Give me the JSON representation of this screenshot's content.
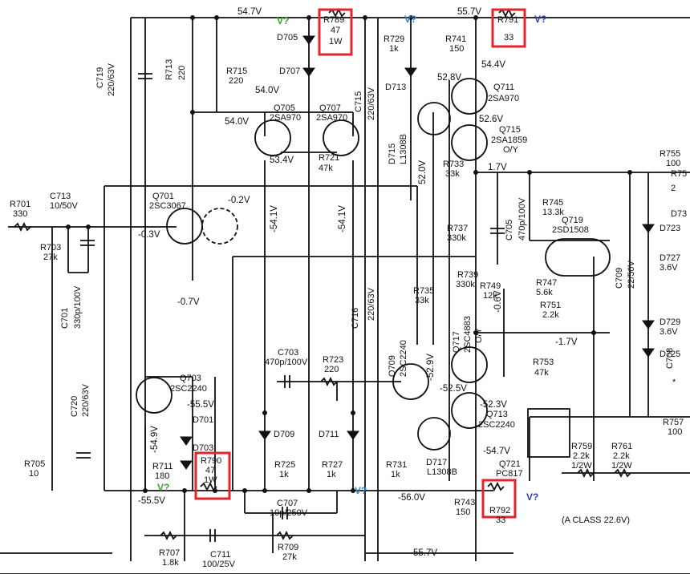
{
  "labels": [
    {
      "id": "v547-top",
      "text": "54.7V",
      "cls": "v"
    },
    {
      "id": "vq-green-1",
      "text": "V?",
      "cls": "vg"
    },
    {
      "id": "d705",
      "text": "D705"
    },
    {
      "id": "r789-name",
      "text": "R789"
    },
    {
      "id": "r789-val",
      "text": "47"
    },
    {
      "id": "r789-watt",
      "text": "1W"
    },
    {
      "id": "vq-blue-1",
      "text": "V?",
      "cls": "vb"
    },
    {
      "id": "v557",
      "text": "55.7V",
      "cls": "v"
    },
    {
      "id": "r791-name",
      "text": "R791"
    },
    {
      "id": "r791-val",
      "text": "33"
    },
    {
      "id": "vq-dblue-1",
      "text": "V?",
      "cls": "vd"
    },
    {
      "id": "r729",
      "text": "R729"
    },
    {
      "id": "r729-val",
      "text": "1k"
    },
    {
      "id": "r741",
      "text": "R741"
    },
    {
      "id": "r741-val",
      "text": "150"
    },
    {
      "id": "v544",
      "text": "54.4V",
      "cls": "v"
    },
    {
      "id": "c719-name",
      "text": "C719"
    },
    {
      "id": "c719-val",
      "text": "220/63V"
    },
    {
      "id": "r713",
      "text": "R713"
    },
    {
      "id": "r713-val",
      "text": "220"
    },
    {
      "id": "r715",
      "text": "R715"
    },
    {
      "id": "r715-val",
      "text": "220"
    },
    {
      "id": "d707",
      "text": "D707"
    },
    {
      "id": "v540",
      "text": "54.0V",
      "cls": "v"
    },
    {
      "id": "c715-name",
      "text": "C715"
    },
    {
      "id": "c715-val",
      "text": "220/63V"
    },
    {
      "id": "d713",
      "text": "D713"
    },
    {
      "id": "v528",
      "text": "52.8V",
      "cls": "v"
    },
    {
      "id": "q711",
      "text": "Q711"
    },
    {
      "id": "q711-type",
      "text": "2SA970"
    },
    {
      "id": "q705",
      "text": "Q705"
    },
    {
      "id": "q705-type",
      "text": "2SA970"
    },
    {
      "id": "q707",
      "text": "Q707"
    },
    {
      "id": "q707-type",
      "text": "2SA970"
    },
    {
      "id": "v540b",
      "text": "54.0V",
      "cls": "v"
    },
    {
      "id": "d715",
      "text": "D715"
    },
    {
      "id": "d715-type",
      "text": "L1308B"
    },
    {
      "id": "v526",
      "text": "52.6V",
      "cls": "v"
    },
    {
      "id": "q715",
      "text": "Q715"
    },
    {
      "id": "q715-type",
      "text": "2SA1859"
    },
    {
      "id": "q715-rank",
      "text": "O/Y"
    },
    {
      "id": "v534",
      "text": "53.4V",
      "cls": "v"
    },
    {
      "id": "r721",
      "text": "R721"
    },
    {
      "id": "r721-val",
      "text": "47k"
    },
    {
      "id": "v520",
      "text": "52.0V",
      "cls": "v"
    },
    {
      "id": "r733",
      "text": "R733"
    },
    {
      "id": "r733-val",
      "text": "33k"
    },
    {
      "id": "v17",
      "text": "1.7V",
      "cls": "v"
    },
    {
      "id": "r755",
      "text": "R755"
    },
    {
      "id": "r755-val",
      "text": "100"
    },
    {
      "id": "r701",
      "text": "R701"
    },
    {
      "id": "r701-val",
      "text": "330"
    },
    {
      "id": "c713",
      "text": "C713"
    },
    {
      "id": "c713-val",
      "text": "10/50V"
    },
    {
      "id": "q701",
      "text": "Q701"
    },
    {
      "id": "q701-type",
      "text": "2SC3067"
    },
    {
      "id": "vm02",
      "text": "-0.2V",
      "cls": "v"
    },
    {
      "id": "vm541a",
      "text": "-54.1V",
      "cls": "v"
    },
    {
      "id": "vm541b",
      "text": "-54.1V",
      "cls": "v"
    },
    {
      "id": "c705",
      "text": "C705"
    },
    {
      "id": "c705-val",
      "text": "470p/100V"
    },
    {
      "id": "r745",
      "text": "R745"
    },
    {
      "id": "r745-val",
      "text": "13.3k"
    },
    {
      "id": "q719",
      "text": "Q719"
    },
    {
      "id": "q719-type",
      "text": "2SD1508"
    },
    {
      "id": "d723",
      "text": "D723"
    },
    {
      "id": "vm03",
      "text": "-0.3V",
      "cls": "v"
    },
    {
      "id": "r703",
      "text": "R703"
    },
    {
      "id": "r703-val",
      "text": "27k"
    },
    {
      "id": "r737",
      "text": "R737"
    },
    {
      "id": "r737-val",
      "text": "330k"
    },
    {
      "id": "c709",
      "text": "C709"
    },
    {
      "id": "c709-val",
      "text": "22/50V"
    },
    {
      "id": "d727",
      "text": "D727"
    },
    {
      "id": "d727-val",
      "text": "3.6V"
    },
    {
      "id": "c701",
      "text": "C701"
    },
    {
      "id": "c701-val",
      "text": "330p/100V"
    },
    {
      "id": "r739",
      "text": "R739"
    },
    {
      "id": "r739-val",
      "text": "330k"
    },
    {
      "id": "r735",
      "text": "R735"
    },
    {
      "id": "r735-val",
      "text": "33k"
    },
    {
      "id": "r749",
      "text": "R749"
    },
    {
      "id": "r749-val",
      "text": "12k"
    },
    {
      "id": "vm06",
      "text": "-0.6V",
      "cls": "v"
    },
    {
      "id": "r747",
      "text": "R747"
    },
    {
      "id": "r747-val",
      "text": "5.6k"
    },
    {
      "id": "vm07",
      "text": "-0.7V",
      "cls": "v"
    },
    {
      "id": "r751",
      "text": "R751"
    },
    {
      "id": "r751-val",
      "text": "2.2k"
    },
    {
      "id": "d729",
      "text": "D729"
    },
    {
      "id": "d729-val",
      "text": "3.6V"
    },
    {
      "id": "c716",
      "text": "C716"
    },
    {
      "id": "c716-val",
      "text": "220/63V"
    },
    {
      "id": "q709",
      "text": "Q709"
    },
    {
      "id": "q709-type",
      "text": "2SC2240"
    },
    {
      "id": "q717",
      "text": "Q717"
    },
    {
      "id": "q717-type",
      "text": "2SC4883"
    },
    {
      "id": "q717-rank",
      "text": "O/Y"
    },
    {
      "id": "vm17",
      "text": "-1.7V",
      "cls": "v"
    },
    {
      "id": "c703",
      "text": "C703"
    },
    {
      "id": "c703-val",
      "text": "470p/100V"
    },
    {
      "id": "r723",
      "text": "R723"
    },
    {
      "id": "r723-val",
      "text": "220"
    },
    {
      "id": "r753",
      "text": "R753"
    },
    {
      "id": "r753-val",
      "text": "47k"
    },
    {
      "id": "d725",
      "text": "D725"
    },
    {
      "id": "q703",
      "text": "Q703"
    },
    {
      "id": "q703-type",
      "text": "2SC2240"
    },
    {
      "id": "vm529",
      "text": "-52.9V",
      "cls": "v"
    },
    {
      "id": "c720",
      "text": "C720"
    },
    {
      "id": "c720-val",
      "text": "220/63V"
    },
    {
      "id": "vm555a",
      "text": "-55.5V",
      "cls": "v"
    },
    {
      "id": "d701",
      "text": "D701"
    },
    {
      "id": "vm525",
      "text": "-52.5V",
      "cls": "v"
    },
    {
      "id": "vm523",
      "text": "-52.3V",
      "cls": "v"
    },
    {
      "id": "q713",
      "text": "Q713"
    },
    {
      "id": "q713-type",
      "text": "2SC2240"
    },
    {
      "id": "vm549",
      "text": "-54.9V",
      "cls": "v"
    },
    {
      "id": "d703",
      "text": "D703"
    },
    {
      "id": "d709",
      "text": "D709"
    },
    {
      "id": "d711",
      "text": "D711"
    },
    {
      "id": "vm547",
      "text": "-54.7V",
      "cls": "v"
    },
    {
      "id": "r757",
      "text": "R757"
    },
    {
      "id": "r757-val",
      "text": "100"
    },
    {
      "id": "r711",
      "text": "R711"
    },
    {
      "id": "r711-val",
      "text": "180"
    },
    {
      "id": "r790-name",
      "text": "R790"
    },
    {
      "id": "r790-val",
      "text": "47"
    },
    {
      "id": "r790-watt",
      "text": "1W"
    },
    {
      "id": "r725",
      "text": "R725"
    },
    {
      "id": "r725-val",
      "text": "1k"
    },
    {
      "id": "r727",
      "text": "R727"
    },
    {
      "id": "r727-val",
      "text": "1k"
    },
    {
      "id": "r731",
      "text": "R731"
    },
    {
      "id": "r731-val",
      "text": "1k"
    },
    {
      "id": "d717",
      "text": "D717"
    },
    {
      "id": "d717-type",
      "text": "L1308B"
    },
    {
      "id": "q721",
      "text": "Q721"
    },
    {
      "id": "q721-type",
      "text": "PC817"
    },
    {
      "id": "r759",
      "text": "R759"
    },
    {
      "id": "r759-val",
      "text": "2.2k"
    },
    {
      "id": "r759-watt",
      "text": "1/2W"
    },
    {
      "id": "r761",
      "text": "R761"
    },
    {
      "id": "r761-val",
      "text": "2.2k"
    },
    {
      "id": "r761-watt",
      "text": "1/2W"
    },
    {
      "id": "r705",
      "text": "R705"
    },
    {
      "id": "r705-val",
      "text": "10"
    },
    {
      "id": "vq-green-2",
      "text": "V?",
      "cls": "vg"
    },
    {
      "id": "vm555b",
      "text": "-55.5V",
      "cls": "v"
    },
    {
      "id": "vq-blue-2",
      "text": "V?",
      "cls": "vb"
    },
    {
      "id": "vm560",
      "text": "-56.0V",
      "cls": "v"
    },
    {
      "id": "r743",
      "text": "R743"
    },
    {
      "id": "r743-val",
      "text": "150"
    },
    {
      "id": "r792-name",
      "text": "R792"
    },
    {
      "id": "r792-val",
      "text": "33"
    },
    {
      "id": "vq-dblue-2",
      "text": "V?",
      "cls": "vd"
    },
    {
      "id": "class-a-note",
      "text": "(A CLASS 22.6V)"
    },
    {
      "id": "c707",
      "text": "C707"
    },
    {
      "id": "c707-val",
      "text": "10p/250V"
    },
    {
      "id": "r707",
      "text": "R707"
    },
    {
      "id": "r707-val",
      "text": "1.8k"
    },
    {
      "id": "c711",
      "text": "C711"
    },
    {
      "id": "c711-val",
      "text": "100/25V"
    },
    {
      "id": "r709",
      "text": "R709"
    },
    {
      "id": "r709-val",
      "text": "27k"
    },
    {
      "id": "v557-bottom",
      "text": "55.7V",
      "cls": "v"
    },
    {
      "id": "c708",
      "text": "C708"
    },
    {
      "id": "d73x",
      "text": "D73"
    },
    {
      "id": "r75x",
      "text": "R75"
    },
    {
      "id": "edge-1",
      "text": "2"
    },
    {
      "id": "edge-2",
      "text": "*"
    }
  ],
  "highlights": [
    "R789",
    "R791",
    "R790",
    "R792"
  ]
}
